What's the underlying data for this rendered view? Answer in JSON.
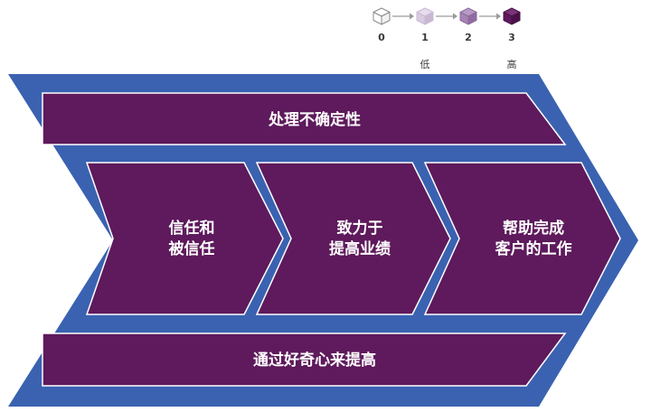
{
  "legend": {
    "levels": [
      {
        "num": "0",
        "fill": "#ffffff",
        "top": "#ffffff",
        "side": "#f2f2f2",
        "stroke": "#8a8a8a"
      },
      {
        "num": "1",
        "fill": "#d8cbe0",
        "top": "#e6dcec",
        "side": "#c9b8d4",
        "stroke": "#c9b8d4"
      },
      {
        "num": "2",
        "fill": "#a584b4",
        "top": "#b89bc5",
        "side": "#8f6ba1",
        "stroke": "#8f6ba1"
      },
      {
        "num": "3",
        "fill": "#5e1a5c",
        "top": "#7a3478",
        "side": "#4a1249",
        "stroke": "#4a1249"
      }
    ],
    "low_label": "低",
    "high_label": "高"
  },
  "colors": {
    "frame": "#3a62b1",
    "panel": "#5e1a5c",
    "text": "#ffffff"
  },
  "blocks": {
    "top_bar": "处理不确定性",
    "bottom_bar": "通过好奇心来提高",
    "chevron_1": [
      "信任和",
      "被信任"
    ],
    "chevron_2": [
      "致力于",
      "提高业绩"
    ],
    "chevron_3": [
      "帮助完成",
      "客户的工作"
    ]
  }
}
